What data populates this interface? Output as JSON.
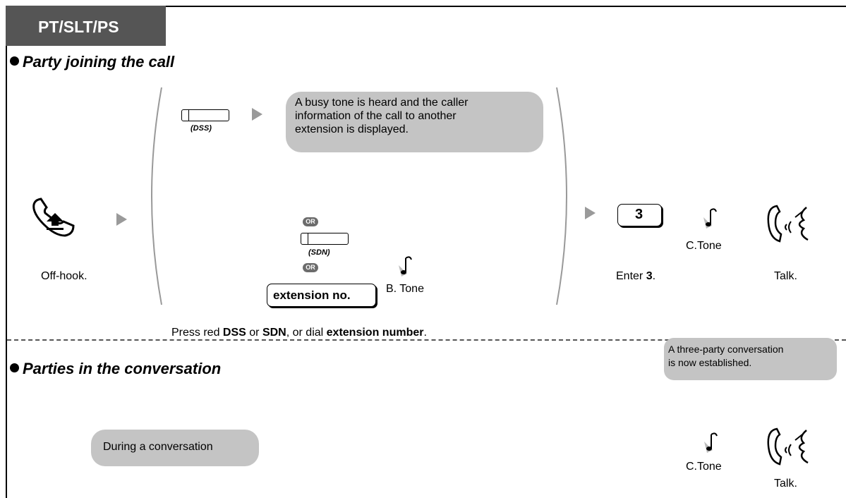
{
  "header": {
    "tab_label": "PT/SLT/PS"
  },
  "section1": {
    "title": "Party joining the call",
    "offhook_label": "Off-hook.",
    "dss_key_label": "(DSS)",
    "busy_bubble": [
      "A busy tone is heard and the caller",
      "information of the call to another",
      "extension is displayed."
    ],
    "or_label": "OR",
    "sdn_key_label": "(SDN)",
    "extension_box": "extension no.",
    "btone_label": "B. Tone",
    "press_note": {
      "p1": "Press red ",
      "b1": "DSS",
      "p2": " or ",
      "b2": "SDN",
      "p3": ", or dial ",
      "b3": "extension number",
      "p4": "."
    },
    "key3": "3",
    "enter_text": "Enter ",
    "enter_bold": "3",
    "enter_end": ".",
    "ctone_label": "C.Tone",
    "talk_label": "Talk."
  },
  "established_bubble": [
    "A three-party conversation",
    "is now established."
  ],
  "section2": {
    "title": "Parties in the conversation",
    "during_bubble": "During a conversation",
    "ctone_label": "C.Tone",
    "talk_label": "Talk."
  },
  "colors": {
    "tab": "#555555",
    "bubble": "#c4c4c4",
    "arrow": "#9a9a9a",
    "or_badge": "#6c6c6c"
  }
}
